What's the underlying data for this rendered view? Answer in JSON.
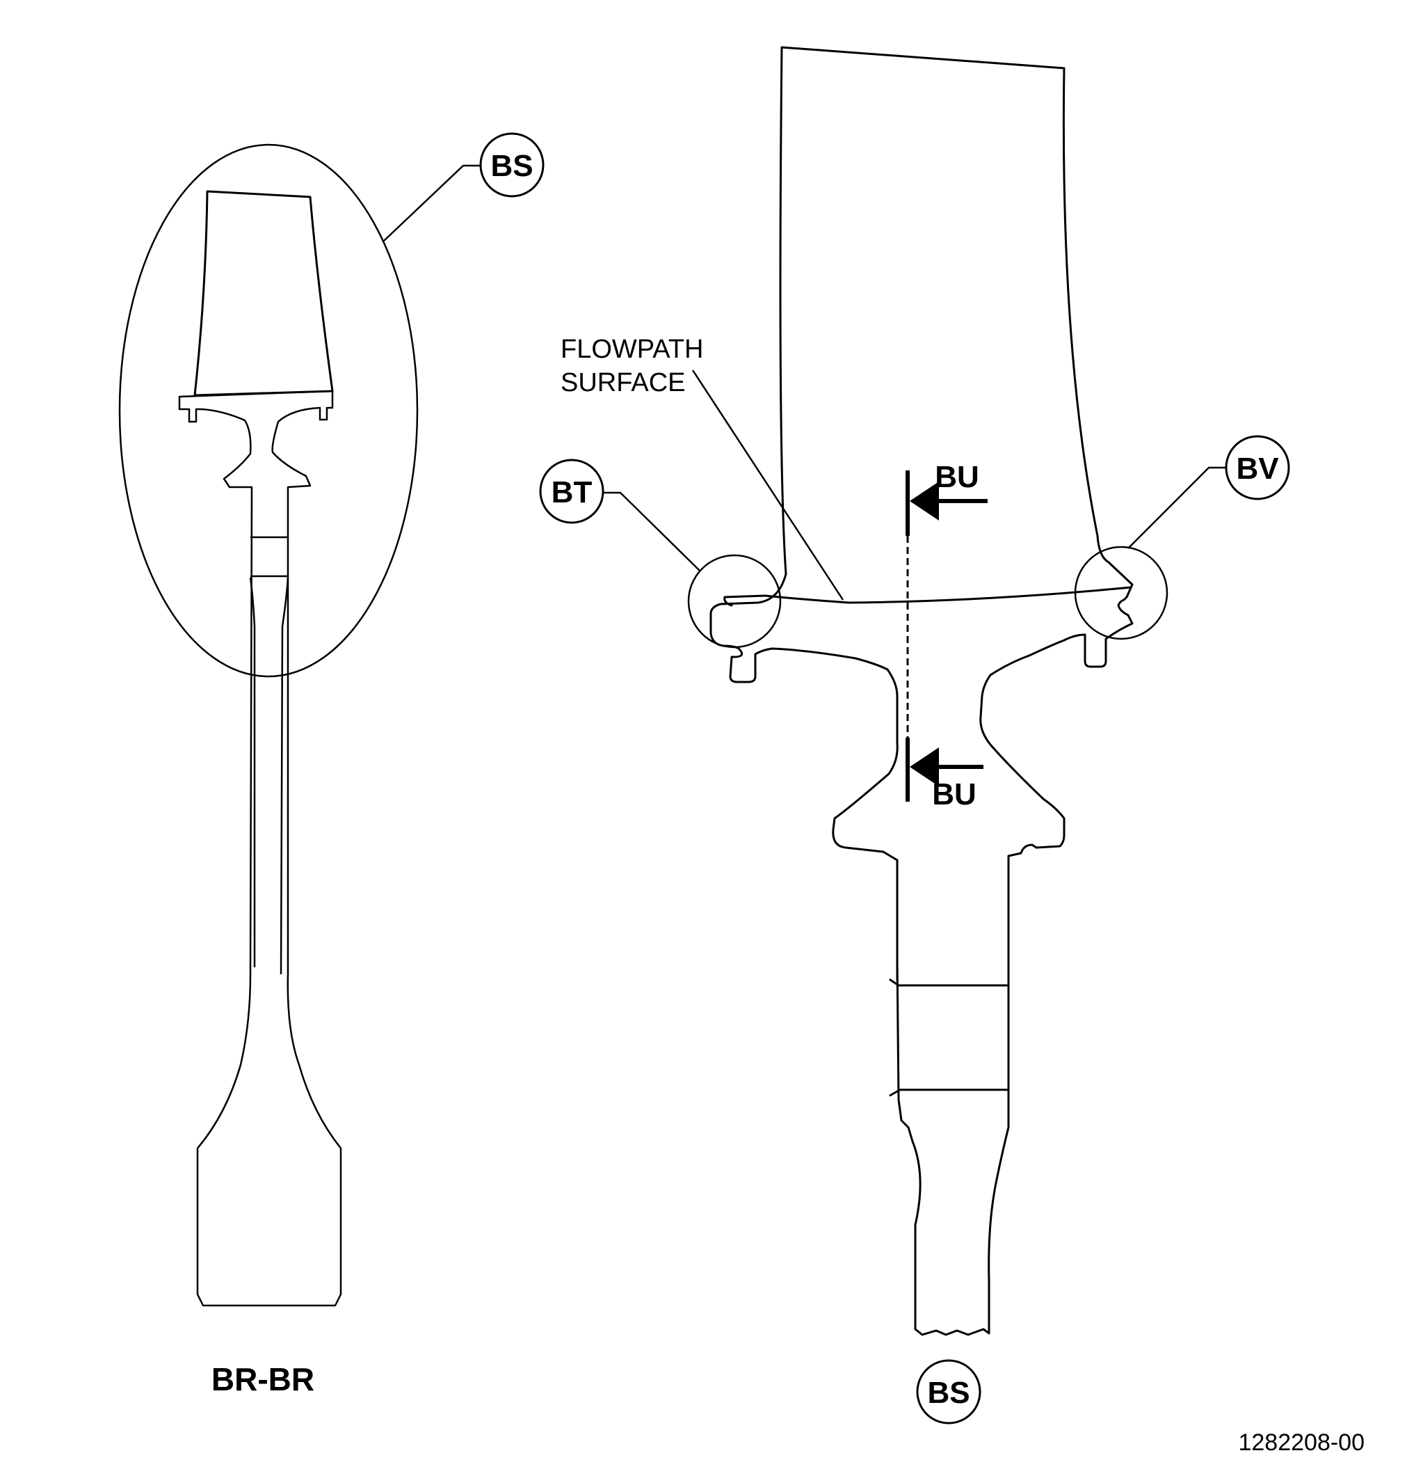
{
  "callouts": {
    "bs_top": "BS",
    "bt": "BT",
    "bu_top": "BU",
    "bu_bottom": "BU",
    "bv": "BV",
    "bs_bottom": "BS"
  },
  "flowpath_note": {
    "line1": "FLOWPATH",
    "line2": "SURFACE"
  },
  "section_caption": "BR-BR",
  "figure_number": "1282208-00"
}
